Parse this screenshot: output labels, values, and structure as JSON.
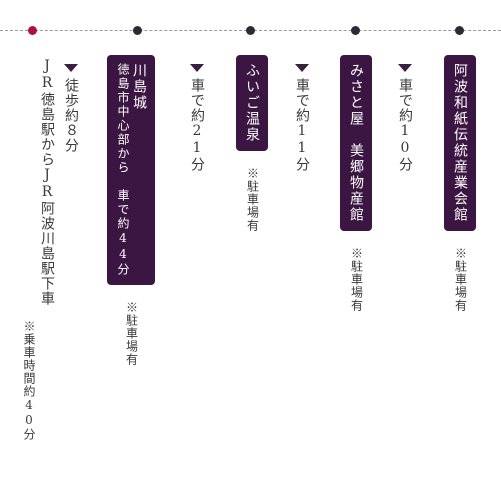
{
  "route": {
    "start": {
      "line1": "JR徳島駅からJR阿波川島駅下車",
      "note": "※乗車時間約40分"
    },
    "legs": [
      {
        "travel": "徒歩約８分"
      },
      {
        "travel": "車で約21分"
      },
      {
        "travel": "車で約11分"
      },
      {
        "travel": "車で約10分"
      }
    ],
    "stops": [
      {
        "name_line1": "川島城",
        "name_line2": "徳島市中心部から　車で約44分",
        "note": "※駐車場有"
      },
      {
        "name": "ふいご温泉",
        "note": "※駐車場有"
      },
      {
        "name": "みさと屋　美郷物産館",
        "note": "※駐車場有"
      },
      {
        "name": "阿波和紙伝統産業会館",
        "note": "※駐車場有"
      }
    ]
  },
  "colors": {
    "accent_box": "#3c1642",
    "start_dot": "#b0103e",
    "dot": "#2b2b35"
  }
}
